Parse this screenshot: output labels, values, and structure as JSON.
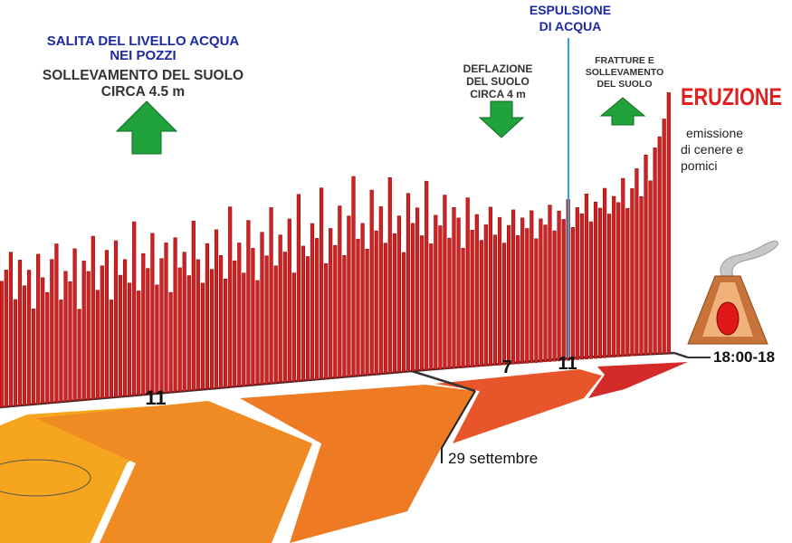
{
  "labels": {
    "water_rise_line1": "SALITA DEL LIVELLO ACQUA",
    "water_rise_line2": "NEI POZZI",
    "uplift_line1": "SOLLEVAMENTO DEL SUOLO",
    "uplift_line2": "CIRCA 4.5 m",
    "deflation_line1": "DEFLAZIONE",
    "deflation_line2": "DEL SUOLO",
    "deflation_line3": "CIRCA 4 m",
    "expulsion_line1": "ESPULSIONE",
    "expulsion_line2": "DI ACQUA",
    "fractures_line1": "FRATTURE E",
    "fractures_line2": "SOLLEVAMENTO",
    "fractures_line3": "DEL SUOLO",
    "eruption": "ERUZIONE",
    "emission_line1": "emissione",
    "emission_line2": "di cenere e",
    "emission_line3": "pomici",
    "date_29sept": "29 settembre",
    "time_final": "18:00-18",
    "tick_11_left": "11",
    "tick_7": "7",
    "tick_11_right": "11"
  },
  "colors": {
    "bar_fill": "#d42020",
    "bar_shade": "#8a1010",
    "arrow_green": "#1fa33a",
    "blue_text": "#1d2a9e",
    "dark_text": "#333333",
    "eruption_red": "#e02020",
    "blue_line": "#29a8e0",
    "band_1": "#f5a51e",
    "band_2": "#f08a22",
    "band_3": "#ef7a24",
    "band_4": "#e8552a",
    "band_5": "#d42a2a"
  },
  "bars": {
    "heights": [
      0.58,
      0.63,
      0.71,
      0.49,
      0.67,
      0.55,
      0.62,
      0.44,
      0.69,
      0.58,
      0.51,
      0.66,
      0.73,
      0.47,
      0.6,
      0.55,
      0.7,
      0.42,
      0.64,
      0.59,
      0.75,
      0.5,
      0.61,
      0.68,
      0.45,
      0.72,
      0.56,
      0.63,
      0.52,
      0.8,
      0.48,
      0.65,
      0.58,
      0.74,
      0.5,
      0.62,
      0.69,
      0.46,
      0.71,
      0.57,
      0.64,
      0.53,
      0.78,
      0.6,
      0.49,
      0.67,
      0.55,
      0.73,
      0.61,
      0.5,
      0.83,
      0.58,
      0.66,
      0.52,
      0.76,
      0.63,
      0.48,
      0.7,
      0.59,
      0.81,
      0.54,
      0.68,
      0.6,
      0.75,
      0.5,
      0.86,
      0.62,
      0.57,
      0.72,
      0.65,
      0.88,
      0.53,
      0.69,
      0.61,
      0.79,
      0.56,
      0.74,
      0.92,
      0.63,
      0.7,
      0.58,
      0.85,
      0.66,
      0.77,
      0.6,
      0.9,
      0.64,
      0.72,
      0.55,
      0.82,
      0.68,
      0.75,
      0.62,
      0.87,
      0.58,
      0.71,
      0.66,
      0.8,
      0.6,
      0.74,
      0.69,
      0.55,
      0.78,
      0.63,
      0.7,
      0.58,
      0.65,
      0.73,
      0.6,
      0.68,
      0.56,
      0.64,
      0.71,
      0.59,
      0.67,
      0.62,
      0.7,
      0.57,
      0.66,
      0.63,
      0.72,
      0.6,
      0.69,
      0.65,
      0.74,
      0.61,
      0.7,
      0.67,
      0.76,
      0.63,
      0.72,
      0.69,
      0.78,
      0.66,
      0.74,
      0.71,
      0.82,
      0.68,
      0.77,
      0.86,
      0.73,
      0.92,
      0.8,
      0.95,
      1.0,
      1.08,
      1.2
    ]
  }
}
